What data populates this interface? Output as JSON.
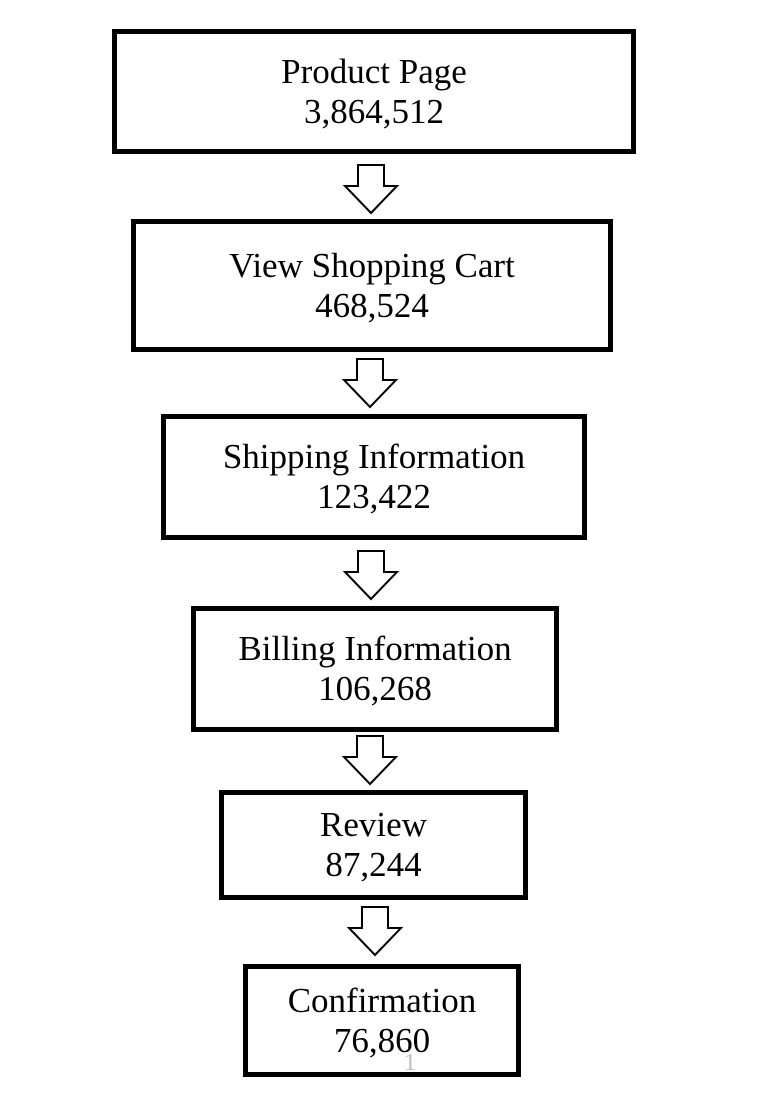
{
  "funnel": {
    "steps": [
      {
        "label": "Product Page",
        "value": "3,864,512"
      },
      {
        "label": "View Shopping Cart",
        "value": "468,524"
      },
      {
        "label": "Shipping Information",
        "value": "123,422"
      },
      {
        "label": "Billing Information",
        "value": "106,268"
      },
      {
        "label": "Review",
        "value": "87,244"
      },
      {
        "label": "Confirmation",
        "value": "76,860"
      }
    ]
  },
  "footer": {
    "page_number": "1"
  },
  "colors": {
    "border": "#000000",
    "background": "#ffffff",
    "page_number": "#bdbdbd"
  }
}
